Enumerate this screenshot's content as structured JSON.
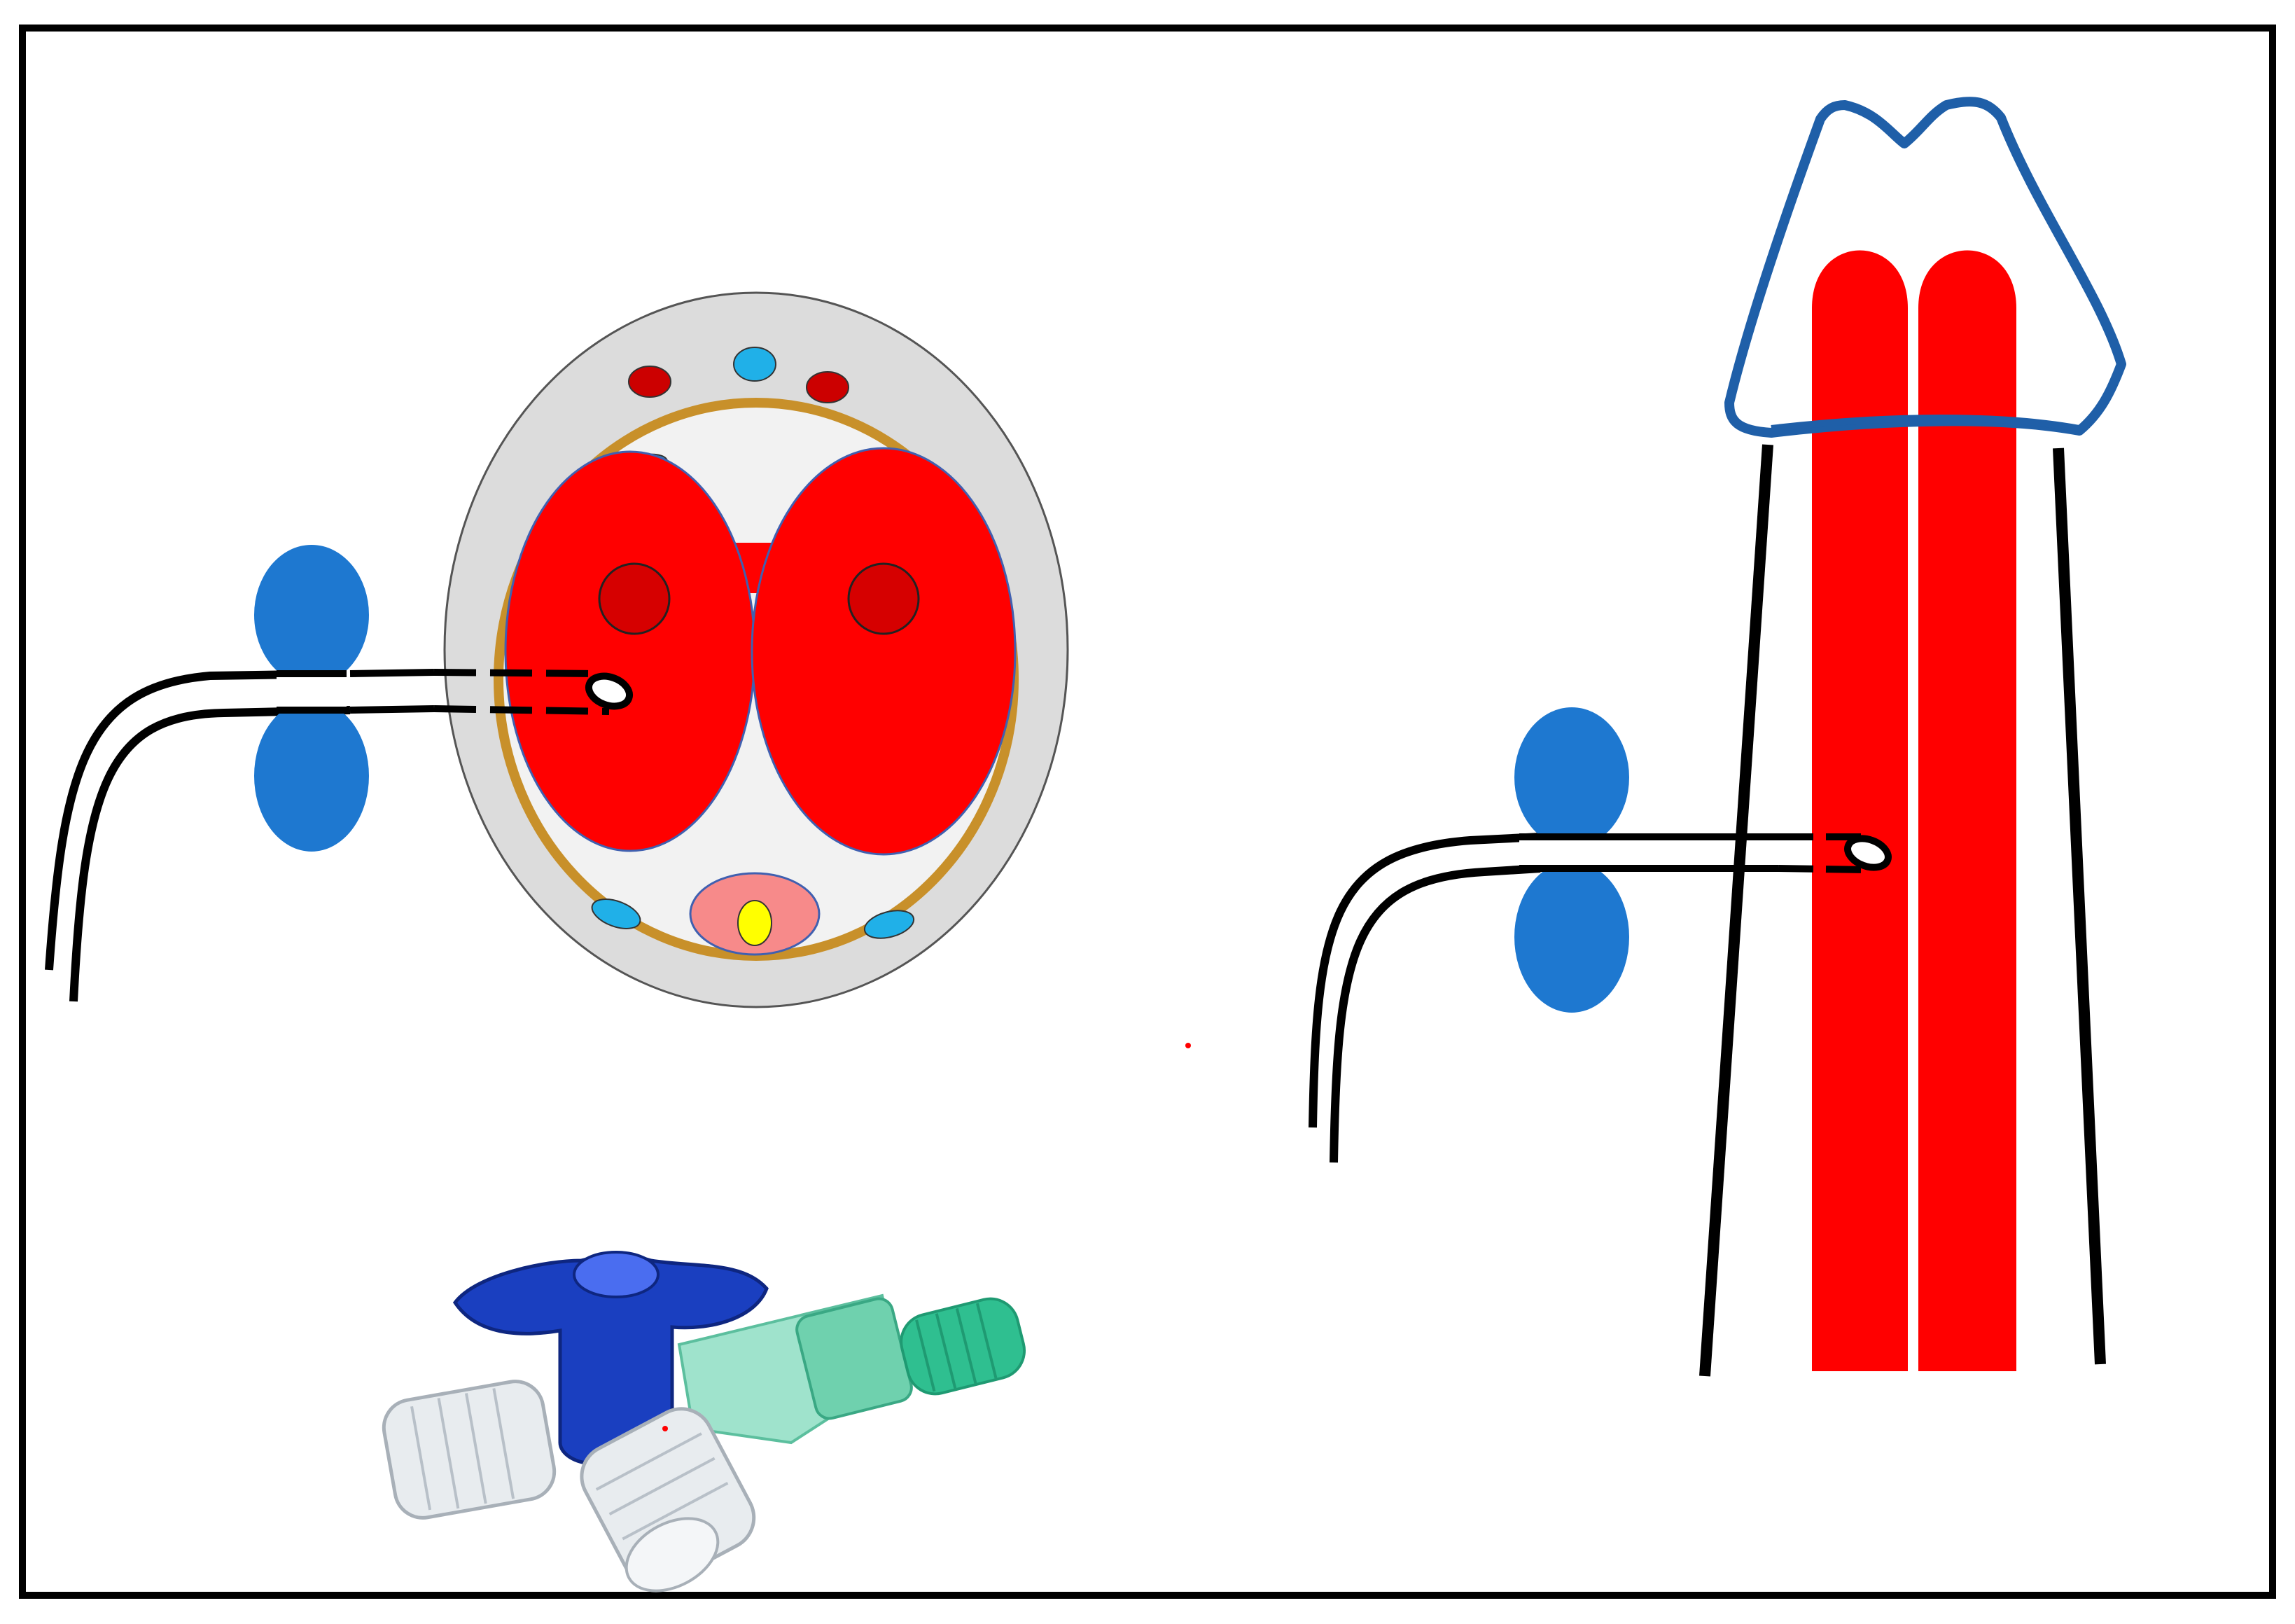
{
  "diagram": {
    "panels": [
      {
        "name": "penile-cross-section-with-cannula"
      },
      {
        "name": "penile-longitudinal-view-with-cannula"
      },
      {
        "name": "three-way-stopcock-photo"
      }
    ]
  },
  "colors": {
    "frame": "#000000",
    "corpus": "#ff0000",
    "deep_artery": "#d60000",
    "dorsal_artery": "#cc0000",
    "vein": "#20b0e8",
    "tunica_ring": "#c8902a",
    "skin_section": "#dcdcdc",
    "inner_space": "#f2f2f2",
    "spongiosum": "#f78a8a",
    "urethra": "#ffff00",
    "cannula_wings": "#1e78d0",
    "glans_outline": "#1f5fa8",
    "stopcock_blue": "#1a3fc0",
    "stopcock_green": "#2fbf90",
    "stopcock_caps": "#e8ecef"
  },
  "icons": [
    "cannula-icon",
    "stopcock-icon"
  ]
}
